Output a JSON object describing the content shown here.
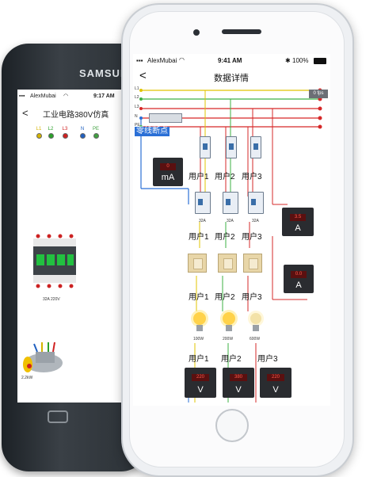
{
  "back_phone": {
    "brand": "SAMSUNG",
    "status": {
      "carrier": "AlexMubai",
      "time": "9:17 AM"
    },
    "nav": {
      "back": "<",
      "title": "工业电路380V仿真"
    },
    "terminals": [
      {
        "label": "L1",
        "color": "#d4b300"
      },
      {
        "label": "L2",
        "color": "#2aa02a"
      },
      {
        "label": "L3",
        "color": "#d02020"
      },
      {
        "label": "N",
        "color": "#2060c0"
      },
      {
        "label": "PE",
        "color": "#40a040"
      }
    ],
    "contactor_rating": "32A 220V",
    "motor_rating": "2.2kW"
  },
  "front_phone": {
    "status": {
      "carrier": "AlexMubai",
      "time": "9:41 AM",
      "battery": "100%"
    },
    "nav": {
      "back": "<",
      "title": "数据详情"
    },
    "fps": "0 fps",
    "bus_labels": [
      "L1",
      "L2",
      "L3",
      "N",
      "PE"
    ],
    "neutral_fault_label": "零线断点",
    "ma_meter": {
      "unit": "mA",
      "value": "0"
    },
    "users_top": [
      "用户1",
      "用户2",
      "用户3"
    ],
    "users_breaker": [
      "用户1",
      "用户2",
      "用户3"
    ],
    "users_switch": [
      "用户1",
      "用户2",
      "用户3"
    ],
    "users_bottom": [
      "用户1",
      "用户2",
      "用户3"
    ],
    "breaker_ratings": [
      "32A",
      "32A",
      "32A"
    ],
    "amp_meters": [
      {
        "unit": "A",
        "value": "3.5"
      },
      {
        "unit": "A",
        "value": "0.0"
      }
    ],
    "bulbs": [
      {
        "rating": "100W"
      },
      {
        "rating": "200W"
      },
      {
        "rating": "600W"
      }
    ],
    "volt_meters": [
      {
        "unit": "V",
        "value": "220"
      },
      {
        "unit": "V",
        "value": "380"
      },
      {
        "unit": "V",
        "value": "220"
      }
    ],
    "colors": {
      "L1": "#e0c400",
      "L2": "#3cb043",
      "L3": "#d62828",
      "N": "#2a6fd6",
      "PE": "#4caf50"
    }
  }
}
